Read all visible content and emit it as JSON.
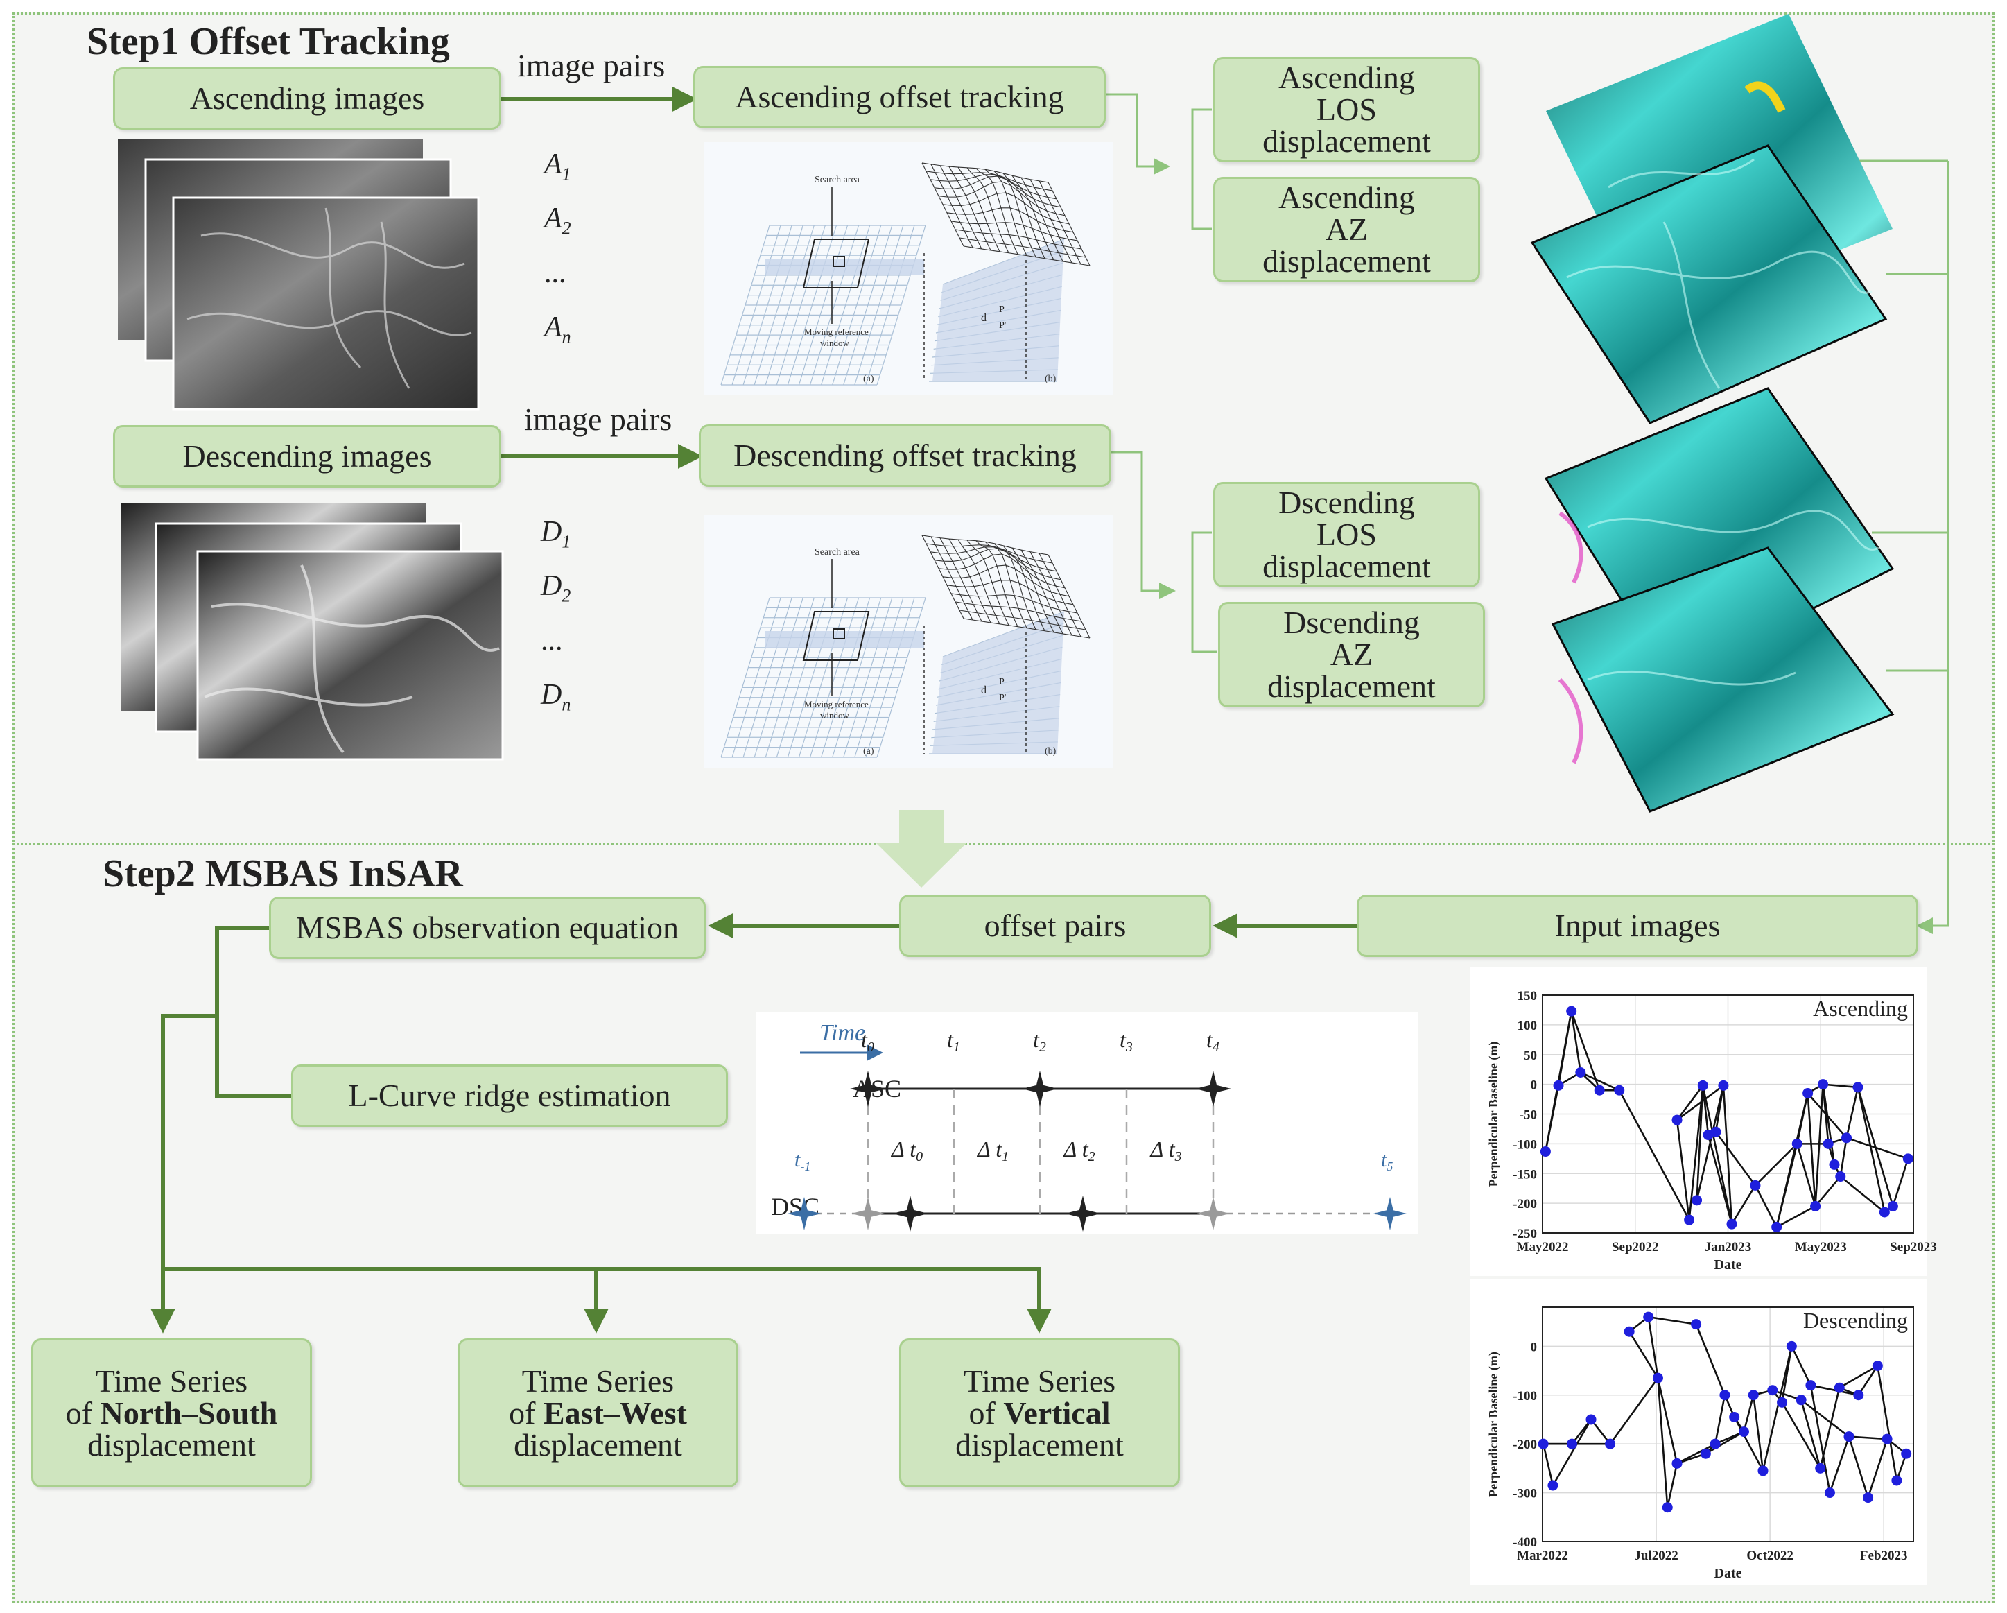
{
  "step1": {
    "title": "Step1 Offset Tracking",
    "asc_images": "Ascending images",
    "desc_images": "Descending images",
    "image_pairs_1": "image pairs",
    "image_pairs_2": "image pairs",
    "asc_tracking": "Ascending offset tracking",
    "desc_tracking": "Descending offset tracking",
    "asc_los": [
      "Ascending",
      "LOS",
      "displacement"
    ],
    "asc_az": [
      "Ascending",
      "AZ",
      "displacement"
    ],
    "dsc_los": [
      "Dscending",
      "LOS",
      "displacement"
    ],
    "dsc_az": [
      "Dscending",
      "AZ",
      "displacement"
    ],
    "asc_seq": [
      {
        "b": "A",
        "s": "1"
      },
      {
        "b": "A",
        "s": "2"
      },
      {
        "b": "...",
        "s": ""
      },
      {
        "b": "A",
        "s": "n"
      }
    ],
    "desc_seq": [
      {
        "b": "D",
        "s": "1"
      },
      {
        "b": "D",
        "s": "2"
      },
      {
        "b": "...",
        "s": ""
      },
      {
        "b": "D",
        "s": "n"
      }
    ],
    "schematic": {
      "search_area": "Search area",
      "moving_window_1": "Moving reference",
      "moving_window_2": "window",
      "d": "d",
      "p": "P",
      "p2": "P'",
      "a": "(a)",
      "b": "(b)"
    }
  },
  "step2": {
    "title": "Step2 MSBAS InSAR",
    "msbas_eq": "MSBAS observation equation",
    "offset_pairs": "offset pairs",
    "input_images": "Input images",
    "lcurve": "L-Curve ridge estimation",
    "ts_ns": {
      "l1": "Time Series",
      "of": "of ",
      "bold": "North–South",
      "l3": "displacement"
    },
    "ts_ew": {
      "l1": "Time Series",
      "of": "of ",
      "bold": "East–West",
      "l3": "displacement"
    },
    "ts_v": {
      "l1": "Time Series",
      "of": "of ",
      "bold": "Vertical",
      "l3": "displacement"
    }
  },
  "timeline": {
    "time": "Time",
    "asc": "ASC",
    "dsc": "DSC",
    "ticks": [
      {
        "b": "t",
        "s": "0"
      },
      {
        "b": "t",
        "s": "1"
      },
      {
        "b": "t",
        "s": "2"
      },
      {
        "b": "t",
        "s": "3"
      },
      {
        "b": "t",
        "s": "4"
      }
    ],
    "deltas": [
      {
        "b": "Δ t",
        "s": "0"
      },
      {
        "b": "Δ t",
        "s": "1"
      },
      {
        "b": "Δ t",
        "s": "2"
      },
      {
        "b": "Δ t",
        "s": "3"
      }
    ],
    "t_left": {
      "b": "t",
      "s": "-1"
    },
    "t_right": {
      "b": "t",
      "s": "5"
    }
  },
  "colors": {
    "box_fill": "#cfe5bf",
    "box_border": "#a9d08e",
    "arrow_dark": "#548235",
    "arrow_light": "#8fc47c",
    "point_blue": "#1f1fdd",
    "timeline_blue": "#3b6ea5"
  },
  "chart_data": [
    {
      "type": "scatter",
      "title": "Ascending",
      "xlabel": "Date",
      "ylabel": "Perpendicular Baseline (m)",
      "xticks": [
        "May2022",
        "Sep2022",
        "Jan2023",
        "May2023",
        "Sep2023"
      ],
      "xlim": [
        "2022-05-01",
        "2023-09-01"
      ],
      "ylim": [
        -250,
        150
      ],
      "yticks": [
        150,
        100,
        50,
        0,
        -50,
        -100,
        -150,
        -200,
        -250
      ],
      "grid": true,
      "points": [
        {
          "x": "2022-05-05",
          "y": -113
        },
        {
          "x": "2022-05-22",
          "y": -2
        },
        {
          "x": "2022-06-08",
          "y": 123
        },
        {
          "x": "2022-06-20",
          "y": 20
        },
        {
          "x": "2022-07-15",
          "y": -10
        },
        {
          "x": "2022-08-10",
          "y": -10
        },
        {
          "x": "2022-10-25",
          "y": -60
        },
        {
          "x": "2022-11-10",
          "y": -228
        },
        {
          "x": "2022-11-20",
          "y": -195
        },
        {
          "x": "2022-11-28",
          "y": -2
        },
        {
          "x": "2022-12-05",
          "y": -85
        },
        {
          "x": "2022-12-15",
          "y": -80
        },
        {
          "x": "2022-12-25",
          "y": -2
        },
        {
          "x": "2023-01-05",
          "y": -235
        },
        {
          "x": "2023-02-05",
          "y": -170
        },
        {
          "x": "2023-03-05",
          "y": -240
        },
        {
          "x": "2023-04-01",
          "y": -100
        },
        {
          "x": "2023-04-15",
          "y": -15
        },
        {
          "x": "2023-04-25",
          "y": -205
        },
        {
          "x": "2023-05-05",
          "y": 0
        },
        {
          "x": "2023-05-12",
          "y": -100
        },
        {
          "x": "2023-05-20",
          "y": -135
        },
        {
          "x": "2023-05-28",
          "y": -155
        },
        {
          "x": "2023-06-05",
          "y": -90
        },
        {
          "x": "2023-06-20",
          "y": -5
        },
        {
          "x": "2023-07-25",
          "y": -215
        },
        {
          "x": "2023-08-05",
          "y": -205
        },
        {
          "x": "2023-08-25",
          "y": -125
        }
      ],
      "edges": [
        [
          0,
          1
        ],
        [
          0,
          2
        ],
        [
          1,
          2
        ],
        [
          1,
          3
        ],
        [
          2,
          3
        ],
        [
          3,
          4
        ],
        [
          2,
          4
        ],
        [
          3,
          5
        ],
        [
          4,
          5
        ],
        [
          5,
          7
        ],
        [
          6,
          7
        ],
        [
          6,
          9
        ],
        [
          7,
          9
        ],
        [
          8,
          9
        ],
        [
          6,
          12
        ],
        [
          8,
          12
        ],
        [
          9,
          10
        ],
        [
          10,
          11
        ],
        [
          11,
          12
        ],
        [
          9,
          13
        ],
        [
          12,
          13
        ],
        [
          10,
          13
        ],
        [
          11,
          14
        ],
        [
          13,
          14
        ],
        [
          14,
          15
        ],
        [
          14,
          16
        ],
        [
          15,
          16
        ],
        [
          15,
          17
        ],
        [
          16,
          17
        ],
        [
          16,
          18
        ],
        [
          17,
          18
        ],
        [
          17,
          19
        ],
        [
          18,
          19
        ],
        [
          19,
          20
        ],
        [
          19,
          21
        ],
        [
          20,
          21
        ],
        [
          21,
          22
        ],
        [
          20,
          23
        ],
        [
          22,
          23
        ],
        [
          19,
          24
        ],
        [
          23,
          24
        ],
        [
          24,
          25
        ],
        [
          22,
          25
        ],
        [
          25,
          26
        ],
        [
          24,
          26
        ],
        [
          26,
          27
        ],
        [
          23,
          27
        ],
        [
          18,
          22
        ],
        [
          17,
          23
        ],
        [
          16,
          20
        ],
        [
          15,
          18
        ]
      ]
    },
    {
      "type": "scatter",
      "title": "Descending",
      "xlabel": "Date",
      "ylabel": "Perpendicular Baseline (m)",
      "xticks": [
        "Mar2022",
        "Jul2022",
        "Oct2022",
        "Feb2023"
      ],
      "xlim": [
        "2022-03-01",
        "2023-06-10"
      ],
      "ylim": [
        -400,
        80
      ],
      "yticks": [
        0,
        -100,
        -200,
        -300,
        -400
      ],
      "grid": true,
      "points": [
        {
          "x": "2022-03-02",
          "y": -200
        },
        {
          "x": "2022-03-14",
          "y": -285
        },
        {
          "x": "2022-04-07",
          "y": -200
        },
        {
          "x": "2022-05-01",
          "y": -150
        },
        {
          "x": "2022-05-25",
          "y": -200
        },
        {
          "x": "2022-06-18",
          "y": 30
        },
        {
          "x": "2022-07-12",
          "y": 60
        },
        {
          "x": "2022-07-24",
          "y": -65
        },
        {
          "x": "2022-08-05",
          "y": -330
        },
        {
          "x": "2022-08-17",
          "y": -240
        },
        {
          "x": "2022-09-10",
          "y": 45
        },
        {
          "x": "2022-09-22",
          "y": -220
        },
        {
          "x": "2022-10-04",
          "y": -200
        },
        {
          "x": "2022-10-16",
          "y": -100
        },
        {
          "x": "2022-10-28",
          "y": -145
        },
        {
          "x": "2022-11-09",
          "y": -175
        },
        {
          "x": "2022-11-21",
          "y": -100
        },
        {
          "x": "2022-12-03",
          "y": -255
        },
        {
          "x": "2022-12-15",
          "y": -90
        },
        {
          "x": "2022-12-27",
          "y": -115
        },
        {
          "x": "2023-01-08",
          "y": 0
        },
        {
          "x": "2023-01-20",
          "y": -110
        },
        {
          "x": "2023-02-01",
          "y": -80
        },
        {
          "x": "2023-02-13",
          "y": -250
        },
        {
          "x": "2023-02-25",
          "y": -300
        },
        {
          "x": "2023-03-09",
          "y": -85
        },
        {
          "x": "2023-03-21",
          "y": -185
        },
        {
          "x": "2023-04-02",
          "y": -100
        },
        {
          "x": "2023-04-14",
          "y": -310
        },
        {
          "x": "2023-04-26",
          "y": -40
        },
        {
          "x": "2023-05-08",
          "y": -190
        },
        {
          "x": "2023-05-20",
          "y": -275
        },
        {
          "x": "2023-06-01",
          "y": -220
        }
      ],
      "edges": [
        [
          0,
          1
        ],
        [
          0,
          2
        ],
        [
          1,
          3
        ],
        [
          2,
          3
        ],
        [
          0,
          4
        ],
        [
          3,
          4
        ],
        [
          4,
          7
        ],
        [
          5,
          7
        ],
        [
          6,
          7
        ],
        [
          5,
          6
        ],
        [
          6,
          10
        ],
        [
          7,
          8
        ],
        [
          7,
          9
        ],
        [
          8,
          9
        ],
        [
          9,
          11
        ],
        [
          10,
          13
        ],
        [
          11,
          12
        ],
        [
          12,
          13
        ],
        [
          13,
          14
        ],
        [
          12,
          15
        ],
        [
          14,
          15
        ],
        [
          15,
          16
        ],
        [
          16,
          17
        ],
        [
          14,
          17
        ],
        [
          16,
          18
        ],
        [
          17,
          20
        ],
        [
          18,
          19
        ],
        [
          19,
          20
        ],
        [
          18,
          21
        ],
        [
          20,
          22
        ],
        [
          21,
          23
        ],
        [
          22,
          24
        ],
        [
          23,
          25
        ],
        [
          24,
          26
        ],
        [
          25,
          27
        ],
        [
          26,
          28
        ],
        [
          27,
          29
        ],
        [
          28,
          30
        ],
        [
          29,
          31
        ],
        [
          30,
          32
        ],
        [
          31,
          32
        ],
        [
          21,
          26
        ],
        [
          22,
          27
        ],
        [
          19,
          23
        ],
        [
          11,
          15
        ],
        [
          9,
          12
        ],
        [
          26,
          30
        ],
        [
          25,
          29
        ]
      ]
    }
  ]
}
